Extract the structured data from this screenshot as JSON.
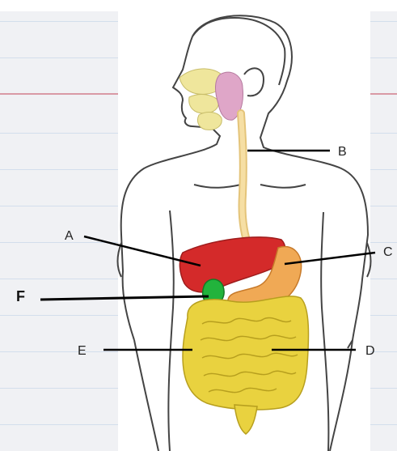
{
  "labels": {
    "a": "A",
    "b": "B",
    "c": "C",
    "d": "D",
    "e": "E",
    "f": "F"
  },
  "colors": {
    "liver": "#d42a2a",
    "esophagus": "#f2d48f",
    "stomach": "#f0a955",
    "intestine": "#e9d23f",
    "gallbladder": "#22b33c",
    "salivary": "#dfa6c8",
    "mouth": "#efe69c"
  }
}
